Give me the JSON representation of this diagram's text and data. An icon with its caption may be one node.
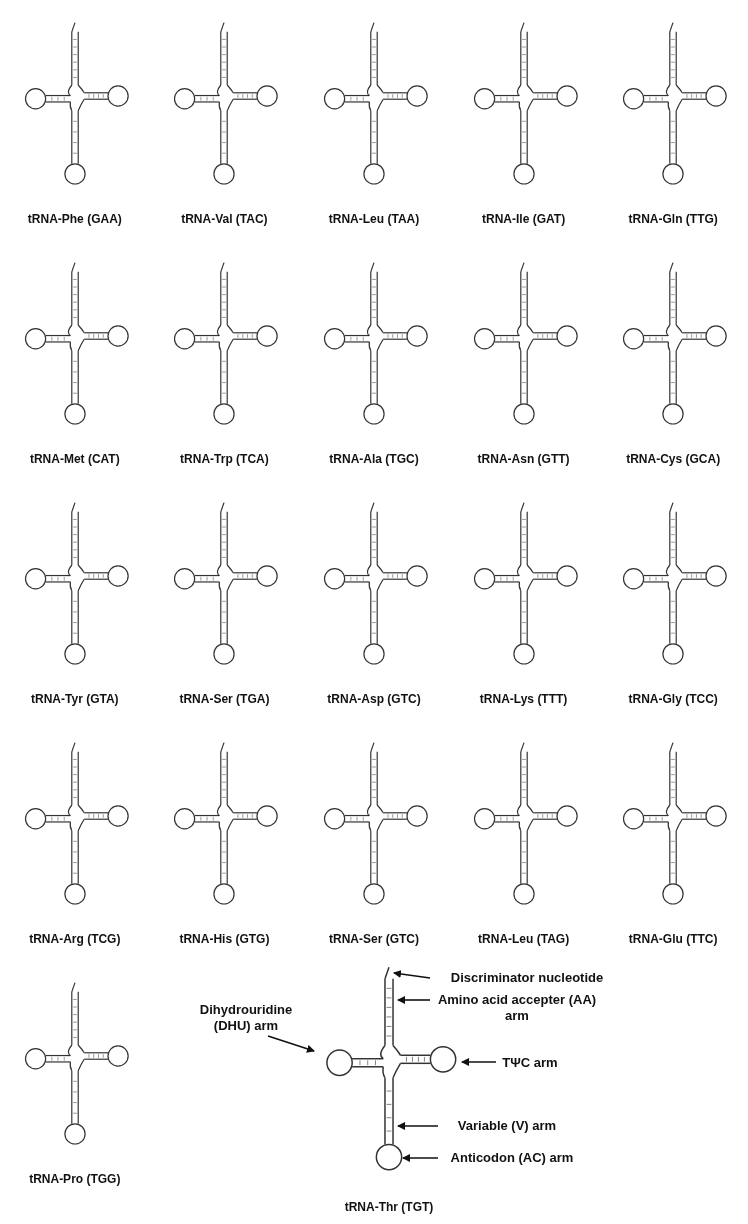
{
  "diagram": {
    "nodes": [
      {
        "text": [
          "Discriminator nucleotide"
        ]
      },
      {
        "text": [
          "Amino acid accepter (AA) arm"
        ]
      },
      {
        "text": [
          "Dihydrouridine (DHU) arm"
        ]
      },
      {
        "text": [
          "TΨC arm"
        ]
      },
      {
        "text": [
          "Variable (V) arm"
        ]
      },
      {
        "text": [
          "Anticodon (AC) arm"
        ]
      },
      {
        "text": [],
        "shape": "picture"
      }
    ],
    "edges": [
      {
        "from": 0,
        "to": 6,
        "arrow": "to"
      },
      {
        "from": 1,
        "to": 6,
        "arrow": "to"
      },
      {
        "from": 2,
        "to": 6,
        "arrow": "to"
      },
      {
        "from": 3,
        "to": 6,
        "arrow": "to"
      },
      {
        "from": 4,
        "to": 6,
        "arrow": "to"
      },
      {
        "from": 5,
        "to": 6,
        "arrow": "to"
      }
    ],
    "labels": [
      "tRNA-Phe (GAA)",
      "tRNA-Val (TAC)",
      "tRNA-Leu (TAA)",
      "tRNA-Ile (GAT)",
      "tRNA-Gln (TTG)",
      "tRNA-Met (CAT)",
      "tRNA-Trp (TCA)",
      "tRNA-Ala (TGC)",
      "tRNA-Asn (GTT)",
      "tRNA-Cys (GCA)",
      "tRNA-Tyr (GTA)",
      "tRNA-Ser (TGA)",
      "tRNA-Asp (GTC)",
      "tRNA-Lys (TTT)",
      "tRNA-Gly (TCC)",
      "tRNA-Arg (TCG)",
      "tRNA-His (GTG)",
      "tRNA-Ser (GTC)",
      "tRNA-Leu (TAG)",
      "tRNA-Glu (TTC)",
      "tRNA-Pro (TGG)",
      "tRNA-Thr (TGT)"
    ]
  }
}
